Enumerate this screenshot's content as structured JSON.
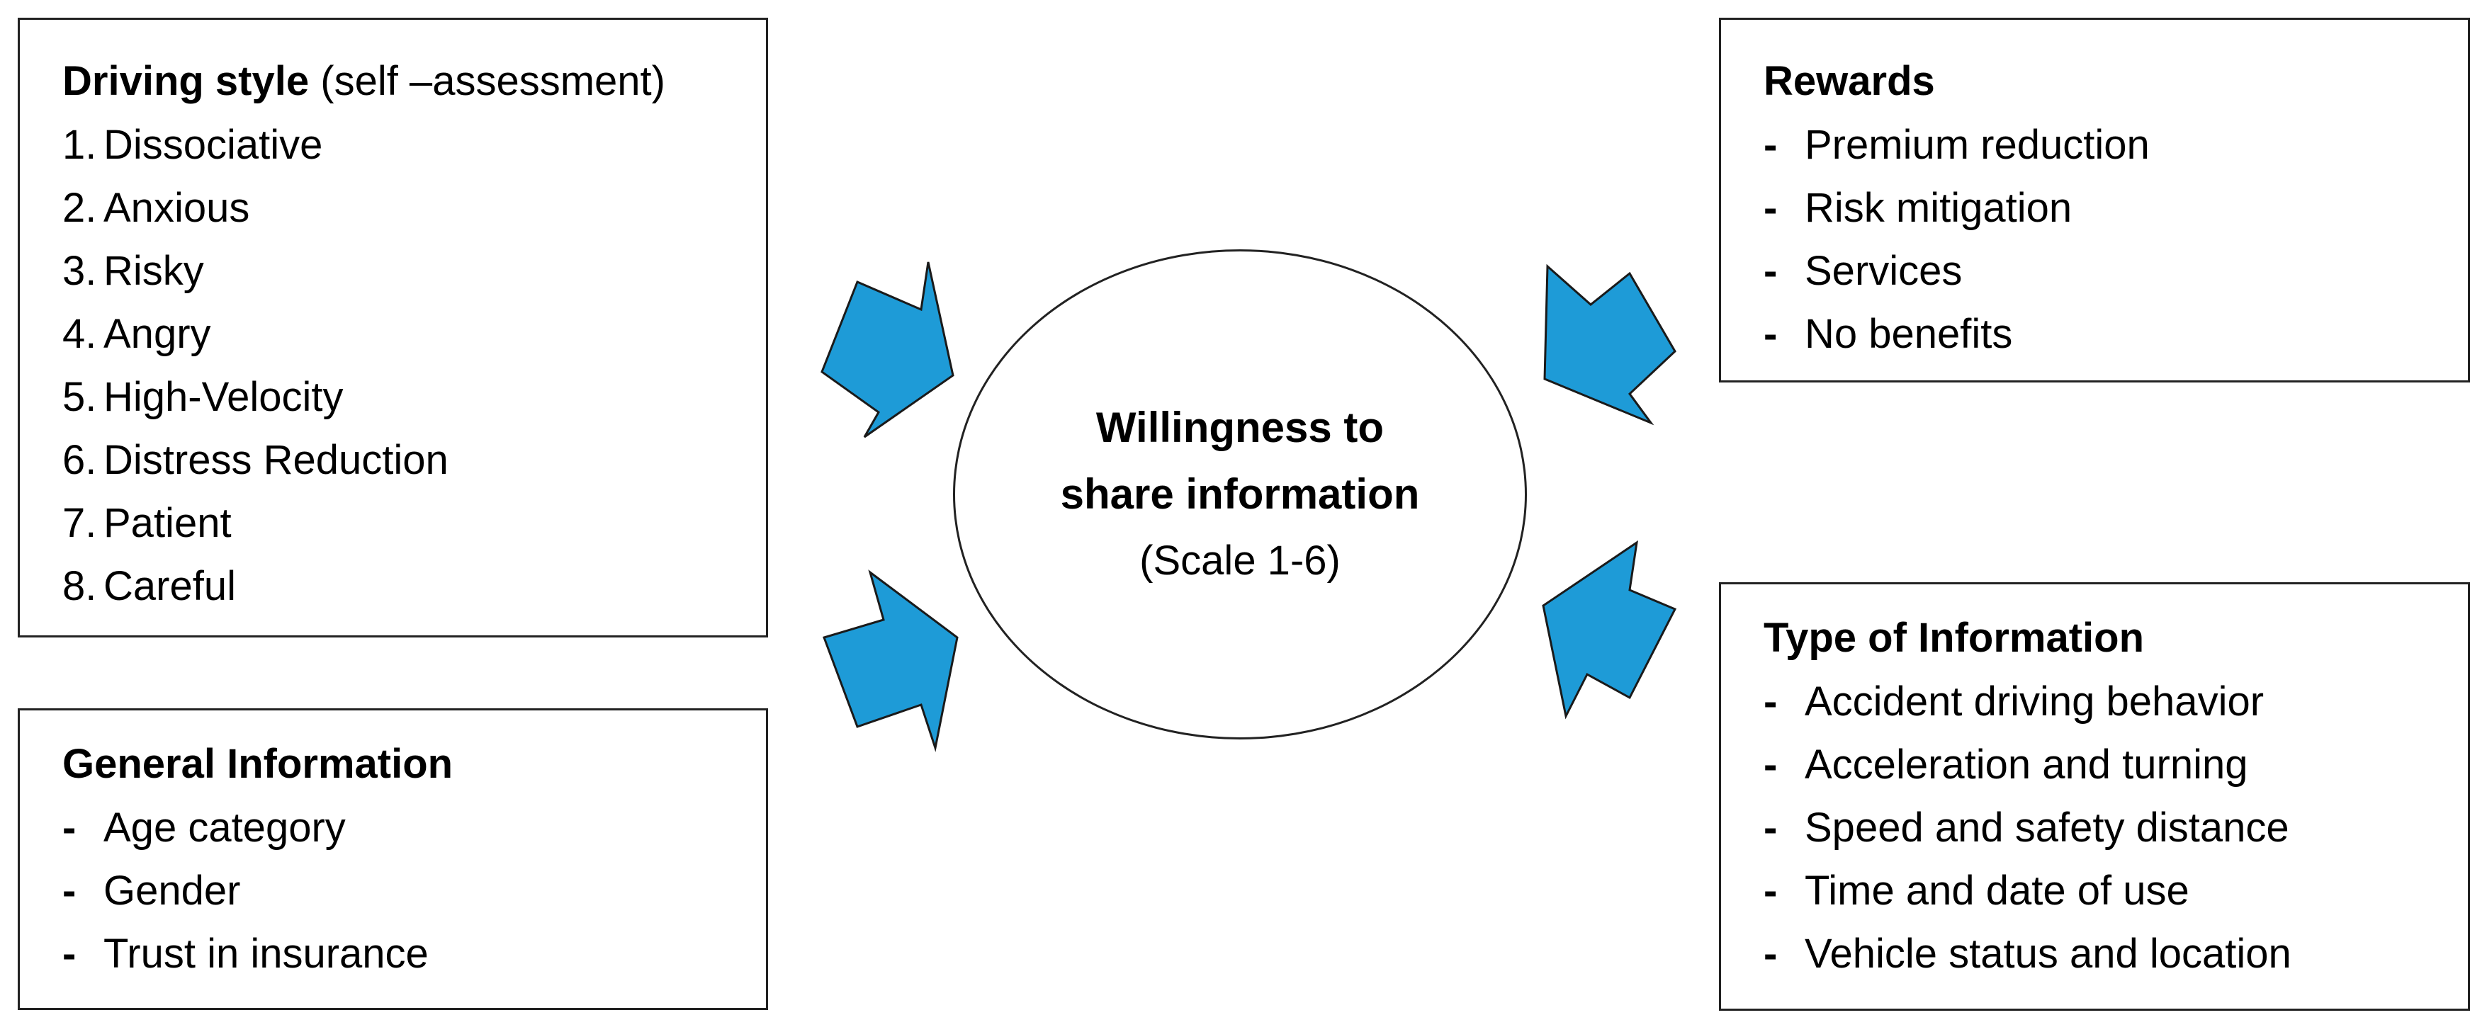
{
  "driving_style": {
    "title": "Driving style",
    "subtitle": "(self –assessment)",
    "items": [
      {
        "num": "1.",
        "label": "Dissociative"
      },
      {
        "num": "2.",
        "label": "Anxious"
      },
      {
        "num": "3.",
        "label": "Risky"
      },
      {
        "num": "4.",
        "label": "Angry"
      },
      {
        "num": "5.",
        "label": "High-Velocity"
      },
      {
        "num": "6.",
        "label": "Distress Reduction"
      },
      {
        "num": "7.",
        "label": "Patient"
      },
      {
        "num": "8.",
        "label": "Careful"
      }
    ]
  },
  "general_information": {
    "title": "General Information",
    "items": [
      "Age category",
      "Gender",
      "Trust in insurance"
    ]
  },
  "rewards": {
    "title": "Rewards",
    "items": [
      "Premium reduction",
      "Risk mitigation",
      "Services",
      "No benefits"
    ]
  },
  "type_of_information": {
    "title": "Type of Information",
    "items": [
      "Accident driving behavior",
      "Acceleration and turning",
      "Speed and safety distance",
      "Time and date of use",
      "Vehicle status and location"
    ]
  },
  "center": {
    "line1": "Willingness to",
    "line2": "share information",
    "scale": "(Scale 1-6)"
  },
  "colors": {
    "arrow_fill": "#1e9bd7",
    "arrow_stroke": "#1a1a1a",
    "border": "#222222"
  }
}
